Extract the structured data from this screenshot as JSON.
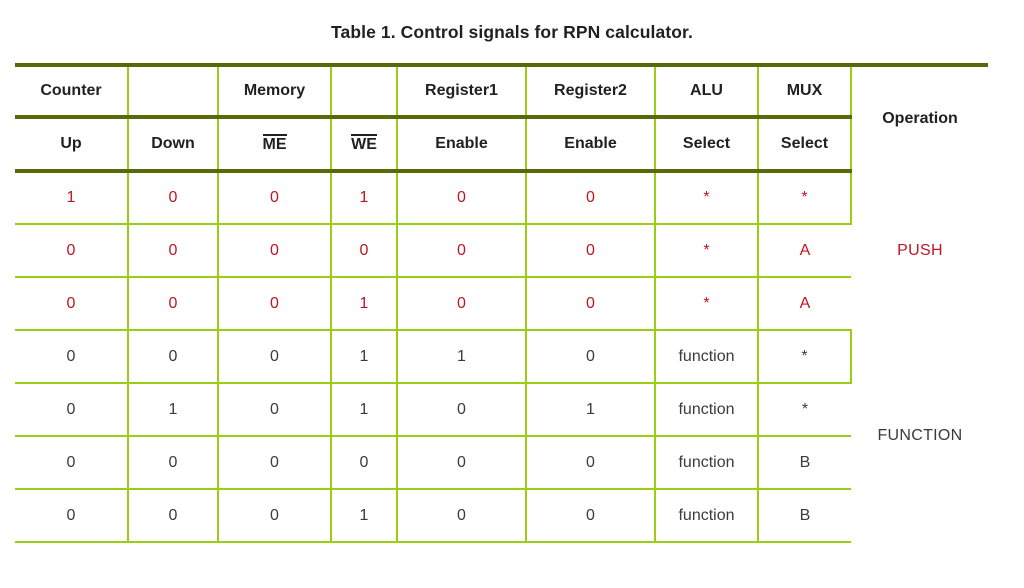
{
  "document": {
    "title": "Table 1. Control signals for RPN calculator."
  },
  "colors": {
    "rule_dark": "#556B07",
    "rule_light": "#9ACD14",
    "text": "#231f20",
    "push_red": "#BE1622",
    "function_gray": "#3b3b3b",
    "background": "#ffffff"
  },
  "table": {
    "header_groups": [
      {
        "label": "Counter",
        "col": "up"
      },
      {
        "label": "",
        "col": "down"
      },
      {
        "label": "Memory",
        "col": "me"
      },
      {
        "label": "",
        "col": "we"
      },
      {
        "label": "Register1",
        "col": "r1"
      },
      {
        "label": "Register2",
        "col": "r2"
      },
      {
        "label": "ALU",
        "col": "alu"
      },
      {
        "label": "MUX",
        "col": "mux"
      }
    ],
    "header_signals": [
      {
        "label": "Up",
        "overline": false
      },
      {
        "label": "Down",
        "overline": false
      },
      {
        "label": "ME",
        "overline": true
      },
      {
        "label": "WE",
        "overline": true
      },
      {
        "label": "Enable",
        "overline": false
      },
      {
        "label": "Enable",
        "overline": false
      },
      {
        "label": "Select",
        "overline": false
      },
      {
        "label": "Select",
        "overline": false
      }
    ],
    "operation_header": "Operation",
    "rows": [
      {
        "cells": [
          "1",
          "0",
          "0",
          "1",
          "0",
          "0",
          "*",
          "*"
        ],
        "group": "PUSH",
        "style": "red"
      },
      {
        "cells": [
          "0",
          "0",
          "0",
          "0",
          "0",
          "0",
          "*",
          "A"
        ],
        "group": "PUSH",
        "style": "red"
      },
      {
        "cells": [
          "0",
          "0",
          "0",
          "1",
          "0",
          "0",
          "*",
          "A"
        ],
        "group": "PUSH",
        "style": "red"
      },
      {
        "cells": [
          "0",
          "0",
          "0",
          "1",
          "1",
          "0",
          "function",
          "*"
        ],
        "group": "FUNCTION",
        "style": "dark"
      },
      {
        "cells": [
          "0",
          "1",
          "0",
          "1",
          "0",
          "1",
          "function",
          "*"
        ],
        "group": "FUNCTION",
        "style": "dark"
      },
      {
        "cells": [
          "0",
          "0",
          "0",
          "0",
          "0",
          "0",
          "function",
          "B"
        ],
        "group": "FUNCTION",
        "style": "dark"
      },
      {
        "cells": [
          "0",
          "0",
          "0",
          "1",
          "0",
          "0",
          "function",
          "B"
        ],
        "group": "FUNCTION",
        "style": "dark"
      }
    ],
    "operations": [
      {
        "label": "PUSH",
        "span": 3,
        "style": "red"
      },
      {
        "label": "FUNCTION",
        "span": 4,
        "style": "dark"
      }
    ]
  }
}
